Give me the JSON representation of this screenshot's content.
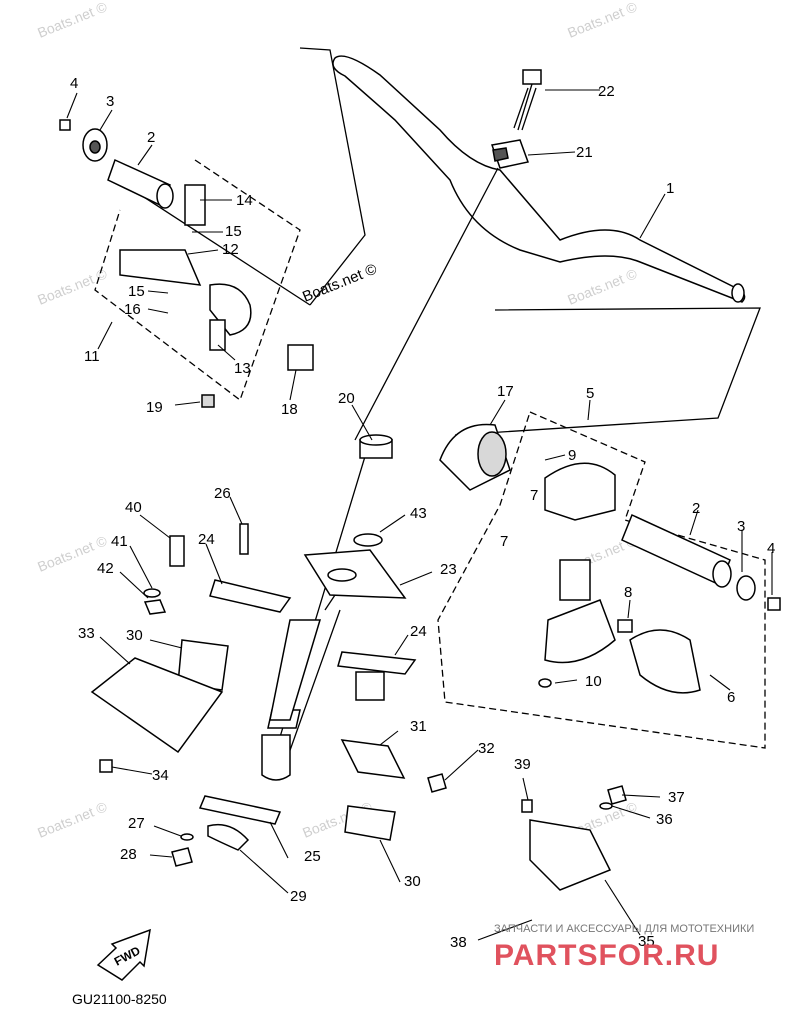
{
  "watermarks": [
    "Boats.net ©",
    "Boats.net ©",
    "Boats.net ©",
    "Boats.net ©",
    "Boats.net ©",
    "Boats.net ©",
    "Boats.net ©",
    "Boats.net ©",
    "Boats.net ©"
  ],
  "labels": {
    "p1": "1",
    "p2a": "2",
    "p2b": "2",
    "p3a": "3",
    "p3b": "3",
    "p4a": "4",
    "p4b": "4",
    "p5": "5",
    "p6": "6",
    "p7a": "7",
    "p7b": "7",
    "p8": "8",
    "p9": "9",
    "p10": "10",
    "p11": "11",
    "p12": "12",
    "p13": "13",
    "p14": "14",
    "p15a": "15",
    "p15b": "15",
    "p16": "16",
    "p17": "17",
    "p18": "18",
    "p19": "19",
    "p20": "20",
    "p21": "21",
    "p22": "22",
    "p23": "23",
    "p24a": "24",
    "p24b": "24",
    "p25": "25",
    "p26": "26",
    "p27": "27",
    "p28": "28",
    "p29": "29",
    "p30a": "30",
    "p30b": "30",
    "p31": "31",
    "p32": "32",
    "p33": "33",
    "p34": "34",
    "p35": "35",
    "p36": "36",
    "p37": "37",
    "p38": "38",
    "p39": "39",
    "p40": "40",
    "p41": "41",
    "p42": "42",
    "p43": "43"
  },
  "fwd_label": "FWD",
  "diagram_code": "GU21100-8250",
  "partsfor": {
    "tagline": "ЗАПЧАСТИ И АКСЕССУАРЫ ДЛЯ МОТОТЕХНИКИ",
    "logo": "PARTSFOR.RU",
    "color": "#e0525e"
  }
}
